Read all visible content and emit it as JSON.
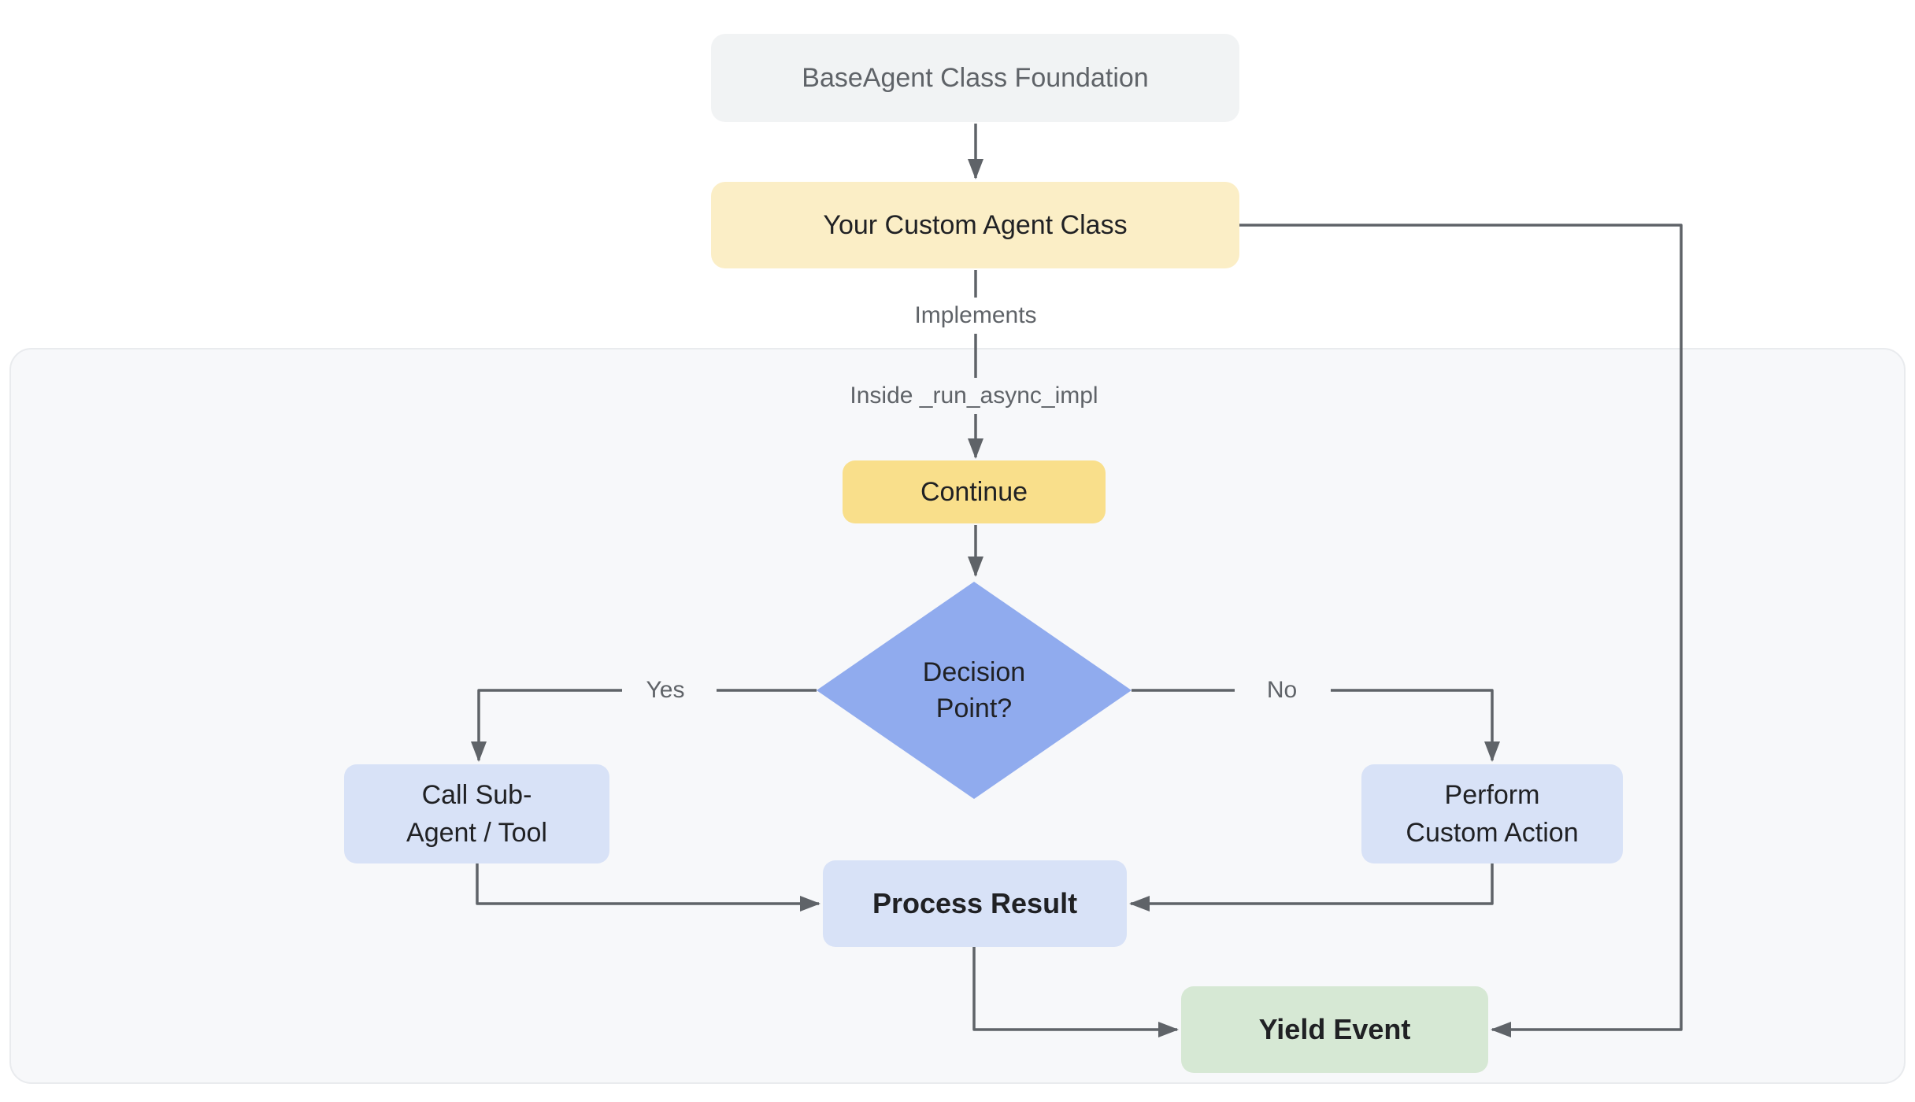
{
  "diagram": {
    "title": "BaseAgent custom agent flow",
    "colors": {
      "line": "#5F6368",
      "gray_box": "#F1F3F4",
      "pale_yellow": "#FBEEC6",
      "gold": "#F9DF8B",
      "blue_diamond": "#90ABEE",
      "periwinkle": "#D8E2F7",
      "green": "#D6E8D4",
      "container_bg": "#F7F8FA",
      "container_border": "#E9EBEE",
      "text_dark": "#202124",
      "text_gray": "#5F6368"
    },
    "nodes": {
      "base_agent": {
        "label": "BaseAgent Class Foundation"
      },
      "custom_agent": {
        "label": "Your Custom Agent Class"
      },
      "continue": {
        "label": "Continue"
      },
      "decision": {
        "label": "Decision\nPoint?"
      },
      "call_sub_agent": {
        "label": "Call Sub-\nAgent / Tool"
      },
      "perform_custom_action": {
        "label": "Perform\nCustom Action"
      },
      "process_result": {
        "label": "Process Result"
      },
      "yield_event": {
        "label": "Yield Event"
      }
    },
    "edge_labels": {
      "implements": "Implements",
      "inside_impl": "Inside _run_async_impl",
      "yes": "Yes",
      "no": "No"
    }
  }
}
